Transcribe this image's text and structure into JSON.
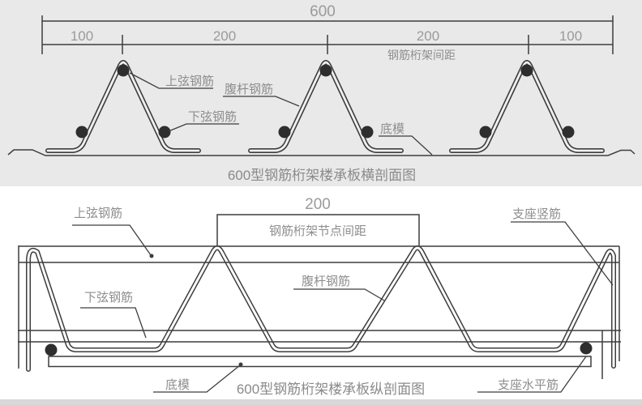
{
  "top_diagram": {
    "title": "600型钢筋桁架楼承板横剖面图",
    "dimensions": {
      "total": "600",
      "segments": [
        "100",
        "200",
        "200",
        "100"
      ],
      "spacing_label": "钢筋桁架间距"
    },
    "labels": {
      "top_chord": "上弦钢筋",
      "web_bar": "腹杆钢筋",
      "bottom_chord": "下弦钢筋",
      "deck_form": "底模"
    }
  },
  "bottom_diagram": {
    "title": "600型钢筋桁架楼承板纵剖面图",
    "dimensions": {
      "node_spacing": "200",
      "node_spacing_label": "钢筋桁架节点间距"
    },
    "labels": {
      "top_chord": "上弦钢筋",
      "web_bar": "腹杆钢筋",
      "bottom_chord": "下弦钢筋",
      "deck_form": "底模",
      "support_vertical": "支座竖筋",
      "support_horizontal": "支座水平筋"
    }
  },
  "colors": {
    "line": "#3d3d3d",
    "label_text": "#8e8e8e",
    "dimension_text": "#9a9a9a",
    "top_background": "#e9e9e9",
    "bottom_background": "#ffffff",
    "rebar_dot": "#2e2e2e"
  }
}
